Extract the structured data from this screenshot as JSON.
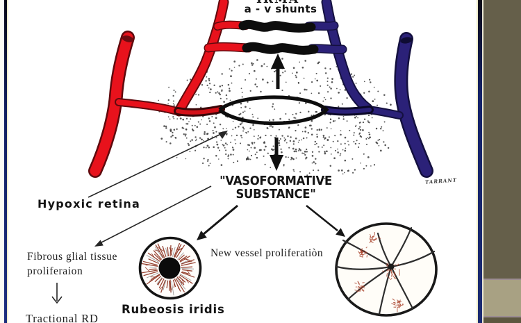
{
  "diagram": {
    "title_clipped": "IRMA",
    "shunt_label": "a - v shunts",
    "vasoformative_line1": "\"VASOFORMATIVE",
    "vasoformative_line2": "SUBSTANCE\"",
    "hypoxic_label": "Hypoxic retina",
    "fibrous_line1": "Fibrous glial tissue",
    "fibrous_line2": "proliferaion",
    "tractional_label": "Tractional RD",
    "rubeosis_label": "Rubeosis iridis",
    "new_vessel_label": "New vessel proliferatiòn",
    "signature": "TARRANT",
    "colors": {
      "artery": "#e8121c",
      "artery_dark": "#5f0a0e",
      "vein": "#2b2178",
      "vein_dark": "#14103f",
      "ink": "#111111",
      "stipple": "#3c3c3c",
      "iris_red": "#8a2f1d",
      "iris_gray": "#8a8a8a",
      "patch_red": "#a83f28"
    }
  },
  "frame": {
    "left_line_color": "#1d2f7e",
    "right_line_color": "#1b2b72",
    "pale_edge_color": "#efecc9",
    "sidebar_top_color": "#655f4a",
    "sidebar_light_color": "#a8a183",
    "sidebar_bottom_color": "#5d573f",
    "sidebar_divider_color": "#9b8d92"
  }
}
